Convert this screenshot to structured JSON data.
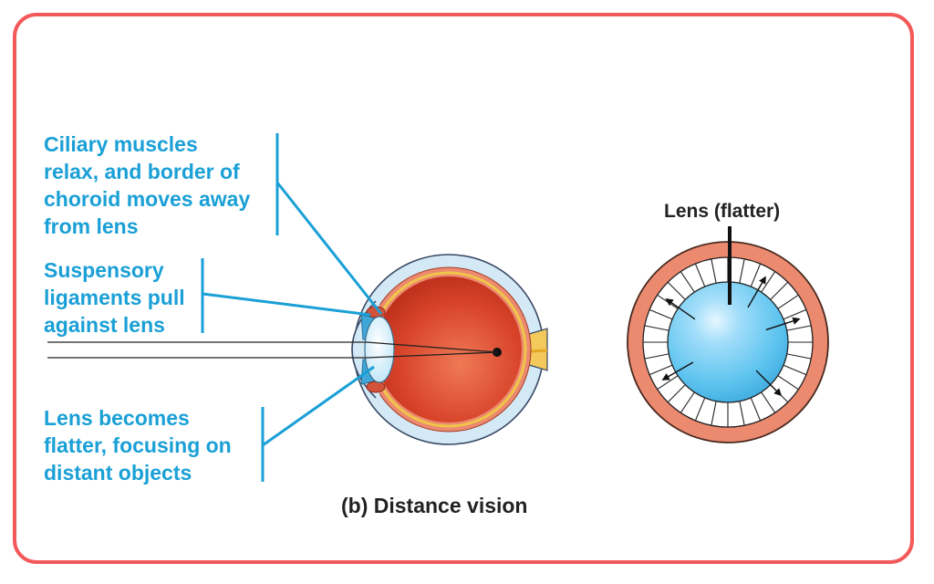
{
  "callouts": {
    "ciliary": [
      "Ciliary muscles",
      "relax, and border of",
      "choroid moves away",
      "from lens"
    ],
    "suspensory": [
      "Suspensory",
      "ligaments pull",
      "against lens"
    ],
    "lens": [
      "Lens becomes",
      "flatter, focusing on",
      "distant objects"
    ]
  },
  "caption": "(b) Distance vision",
  "lens_label": "Lens (flatter)",
  "colors": {
    "frame": "#f4595a",
    "callout_text": "#1aa0d6",
    "eyeball": "#c9321a",
    "sclera": "#d4e9f6",
    "choroid_ring": "#ec8a70",
    "lens_blue": "#5dc3ee"
  }
}
